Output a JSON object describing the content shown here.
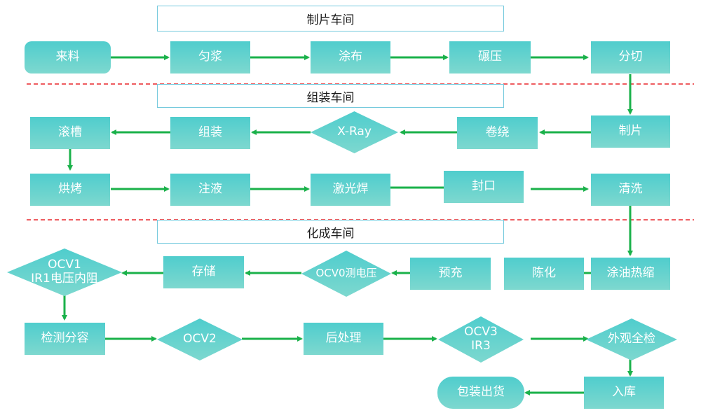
{
  "sections": {
    "s1": "制片车间",
    "s2": "组装车间",
    "s3": "化成车间"
  },
  "nodes": {
    "laiLiao": "来料",
    "yunJiang": "匀浆",
    "tuBu": "涂布",
    "gunYa": "碾压",
    "fenQie": "分切",
    "zhiPian": "制片",
    "juanRao": "卷绕",
    "xRay": "X-Ray",
    "zuZhuang": "组装",
    "gunCao": "滚槽",
    "hongKao": "烘烤",
    "zhuYe": "注液",
    "jiGuangHan": "激光焊",
    "fengKou": "封口",
    "qingXi": "清洗",
    "tuYouReSuo": "涂油热缩",
    "chenHua": "陈化",
    "yuChong": "预充",
    "ocv0": "OCV0测电压",
    "cunChu": "存储",
    "ocv1_l1": "OCV1",
    "ocv1_l2": "IR1电压内阻",
    "jianCe": "检测分容",
    "ocv2": "OCV2",
    "houChuLi": "后处理",
    "ocv3_l1": "OCV3",
    "ocv3_l2": "IR3",
    "waiGuan": "外观全检",
    "ruKu": "入库",
    "baoZhuang": "包装出货"
  },
  "colors": {
    "node_top": "#4fcdcd",
    "node_bottom": "#7dd8cf",
    "arrow": "#1ab14a",
    "divider": "#e8262b",
    "title_border": "#74c9dd"
  }
}
